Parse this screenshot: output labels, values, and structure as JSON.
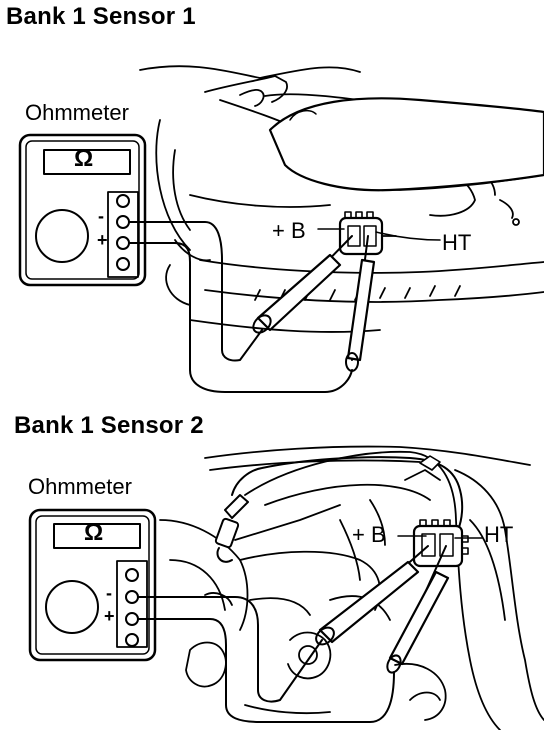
{
  "panel1": {
    "title": "Bank 1 Sensor 1",
    "meter_label": "Ohmmeter",
    "meter_symbol": "Ω",
    "minus_sign": "-",
    "plus_sign": "+",
    "terminal_b": "+ B",
    "terminal_ht": "HT"
  },
  "panel2": {
    "title": "Bank 1 Sensor 2",
    "meter_label": "Ohmmeter",
    "meter_symbol": "Ω",
    "minus_sign": "-",
    "plus_sign": "+",
    "terminal_b": "+ B",
    "terminal_ht": "HT"
  }
}
